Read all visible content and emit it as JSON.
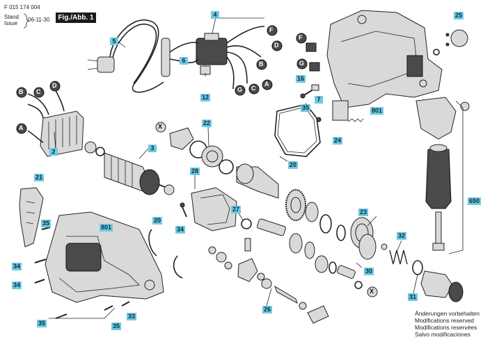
{
  "header": {
    "doc_number": "F 015 174 004",
    "stand_label": "Stand",
    "issue_label": "Issue",
    "date": "06-11-30",
    "figure": "Fig./Abb. 1"
  },
  "callouts": [
    "5",
    "6",
    "4",
    "12",
    "25",
    "16",
    "7",
    "35",
    "801",
    "24",
    "20",
    "2",
    "3",
    "22",
    "28",
    "21",
    "35",
    "801",
    "34",
    "20",
    "34",
    "27",
    "23",
    "32",
    "650",
    "34",
    "35",
    "33",
    "34",
    "30",
    "31",
    "26",
    "35"
  ],
  "letter_markers": [
    "F",
    "D",
    "B",
    "G",
    "C",
    "A",
    "B",
    "C",
    "D",
    "A",
    "X",
    "F",
    "G",
    "X"
  ],
  "notes": {
    "line1": "Änderungen vorbehalten",
    "line2": "Modifications reserved",
    "line3": "Modifications reservées",
    "line4": "Salvo modificaciones"
  },
  "colors": {
    "callout_fill": "#6ec9e3",
    "figure_tag": "#1a1a1a"
  }
}
